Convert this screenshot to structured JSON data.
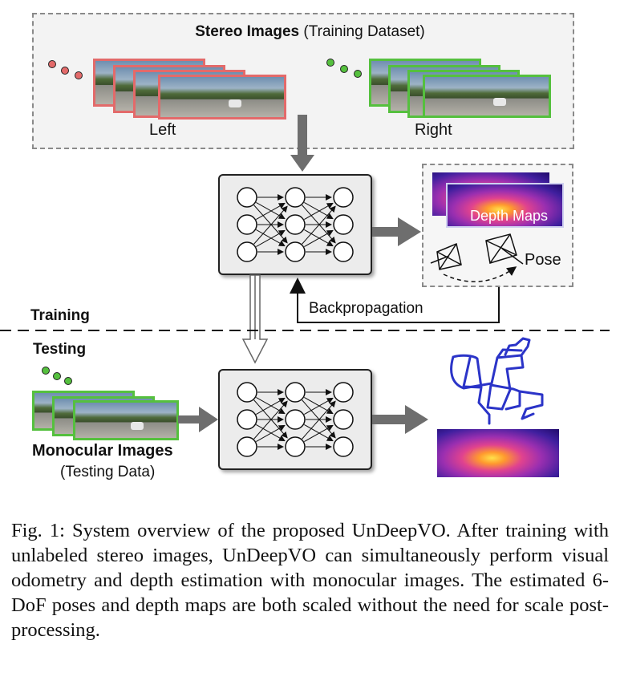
{
  "stereo": {
    "title_bold": "Stereo Images",
    "title_paren": "(Training Dataset)",
    "left_label": "Left",
    "right_label": "Right"
  },
  "outputs": {
    "depth_label": "Depth Maps",
    "pose_label": "Pose"
  },
  "backprop_label": "Backpropagation",
  "phases": {
    "training": "Training",
    "testing": "Testing"
  },
  "mono": {
    "title": "Monocular Images",
    "subtitle": "(Testing Data)"
  },
  "caption": "Fig. 1: System overview of the proposed UnDeepVO. After training with unlabeled stereo images, UnDeepVO can simultaneously perform visual odometry and depth estimation with monocular images. The estimated 6-DoF poses and depth maps are both scaled without the need for scale post-processing.",
  "colors": {
    "left_frame": "#e36a6a",
    "right_frame": "#55c03e",
    "trajectory": "#2b34c8",
    "arrow": "#6e6e6e"
  }
}
